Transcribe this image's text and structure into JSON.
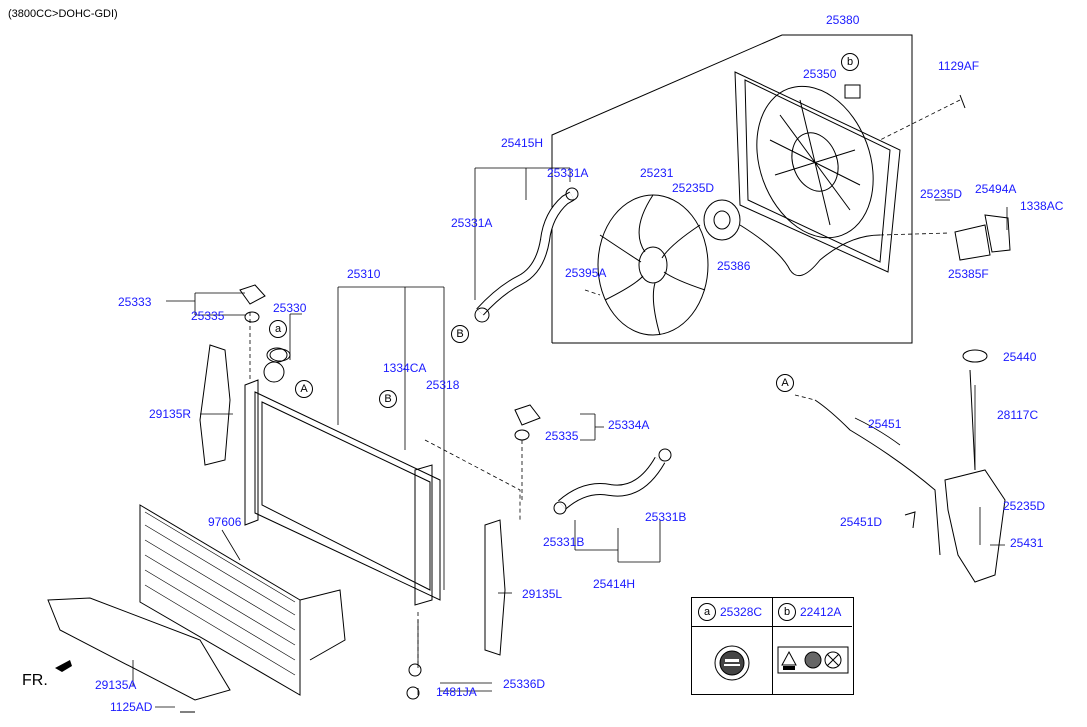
{
  "header": {
    "engine": "(3800CC>DOHC-GDI)"
  },
  "front_label": "FR.",
  "callouts": {
    "A": "A",
    "B": "B",
    "a": "a",
    "b": "b"
  },
  "parts": {
    "p25380": "25380",
    "p25350": "25350",
    "p1129AF": "1129AF",
    "p25415H": "25415H",
    "p25331A_top": "25331A",
    "p25331A_left": "25331A",
    "p25231": "25231",
    "p25235D_fan": "25235D",
    "p25235D_right": "25235D",
    "p25494A": "25494A",
    "p1338AC": "1338AC",
    "p25395A": "25395A",
    "p25386": "25386",
    "p25385F": "25385F",
    "p25310": "25310",
    "p25333": "25333",
    "p25335_top": "25335",
    "p25330": "25330",
    "p1334CA": "1334CA",
    "p25318": "25318",
    "p29135R": "29135R",
    "p25440": "25440",
    "p28117C": "28117C",
    "p25451": "25451",
    "p25334A": "25334A",
    "p25335_mid": "25335",
    "p25331B_right": "25331B",
    "p25331B_left": "25331B",
    "p25451D": "25451D",
    "p25235D_tank": "25235D",
    "p25431": "25431",
    "p97606": "97606",
    "p25414H": "25414H",
    "p29135L": "29135L",
    "p29135A": "29135A",
    "p25336D": "25336D",
    "p1481JA": "1481JA",
    "p1125AD": "1125AD"
  },
  "legend": {
    "a_letter": "a",
    "a_part": "25328C",
    "b_letter": "b",
    "b_part": "22412A"
  },
  "colors": {
    "label": "#1a1aff",
    "line": "#000000"
  }
}
